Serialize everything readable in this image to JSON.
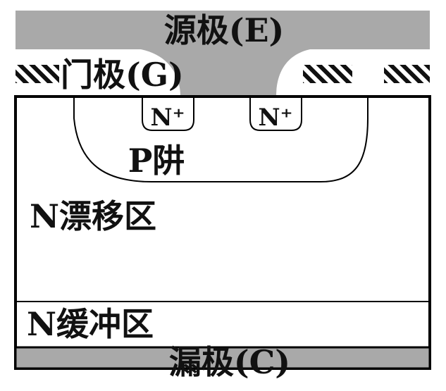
{
  "labels": {
    "source": "源极(E)",
    "gate": "门极(G)",
    "n_plus": "N⁺",
    "p_well": "P阱",
    "n_drift": "N漂移区",
    "n_buffer": "N缓冲区",
    "drain": "漏极(C)"
  },
  "colors": {
    "metal": "#a9a9a9",
    "outline": "#000000",
    "background": "#ffffff",
    "gate_hatch": "#111111"
  }
}
